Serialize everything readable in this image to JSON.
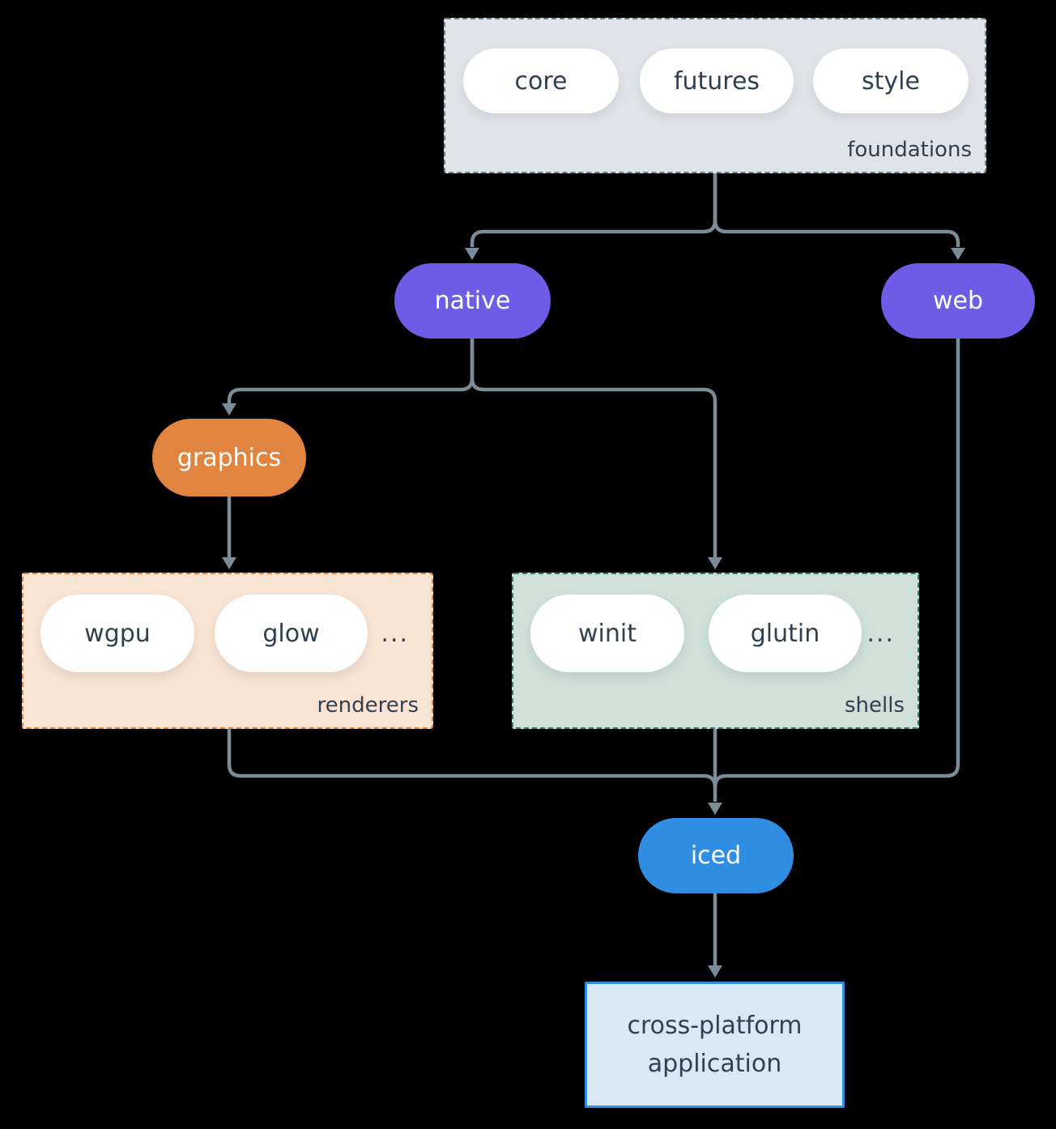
{
  "groups": {
    "foundations": {
      "label": "foundations",
      "pills": [
        "core",
        "futures",
        "style"
      ]
    },
    "renderers": {
      "label": "renderers",
      "pills": [
        "wgpu",
        "glow"
      ],
      "ellipsis": "..."
    },
    "shells": {
      "label": "shells",
      "pills": [
        "winit",
        "glutin"
      ],
      "ellipsis": "..."
    }
  },
  "nodes": {
    "native": "native",
    "web": "web",
    "graphics": "graphics",
    "iced": "iced",
    "app": "cross-platform application"
  },
  "edges": [
    {
      "from": "foundations",
      "to": "native"
    },
    {
      "from": "foundations",
      "to": "web"
    },
    {
      "from": "native",
      "to": "graphics"
    },
    {
      "from": "native",
      "to": "shells"
    },
    {
      "from": "graphics",
      "to": "renderers"
    },
    {
      "from": "renderers",
      "to": "iced"
    },
    {
      "from": "shells",
      "to": "iced"
    },
    {
      "from": "web",
      "to": "iced"
    },
    {
      "from": "iced",
      "to": "app"
    }
  ],
  "colors": {
    "background": "#000000",
    "connector": "#7b8c99",
    "text_dark": "#314050",
    "text_light": "#ffffff",
    "purple": "#6e5be6",
    "orange": "#e0843f",
    "blue": "#2f8de2",
    "foundations_fill": "#e0e4e8",
    "foundations_border": "#6e7f8d",
    "renderers_fill": "#f9e3d3",
    "shells_fill": "#cee0d8",
    "shells_border": "#2e7d6c",
    "app_fill": "#d9e8f7"
  }
}
